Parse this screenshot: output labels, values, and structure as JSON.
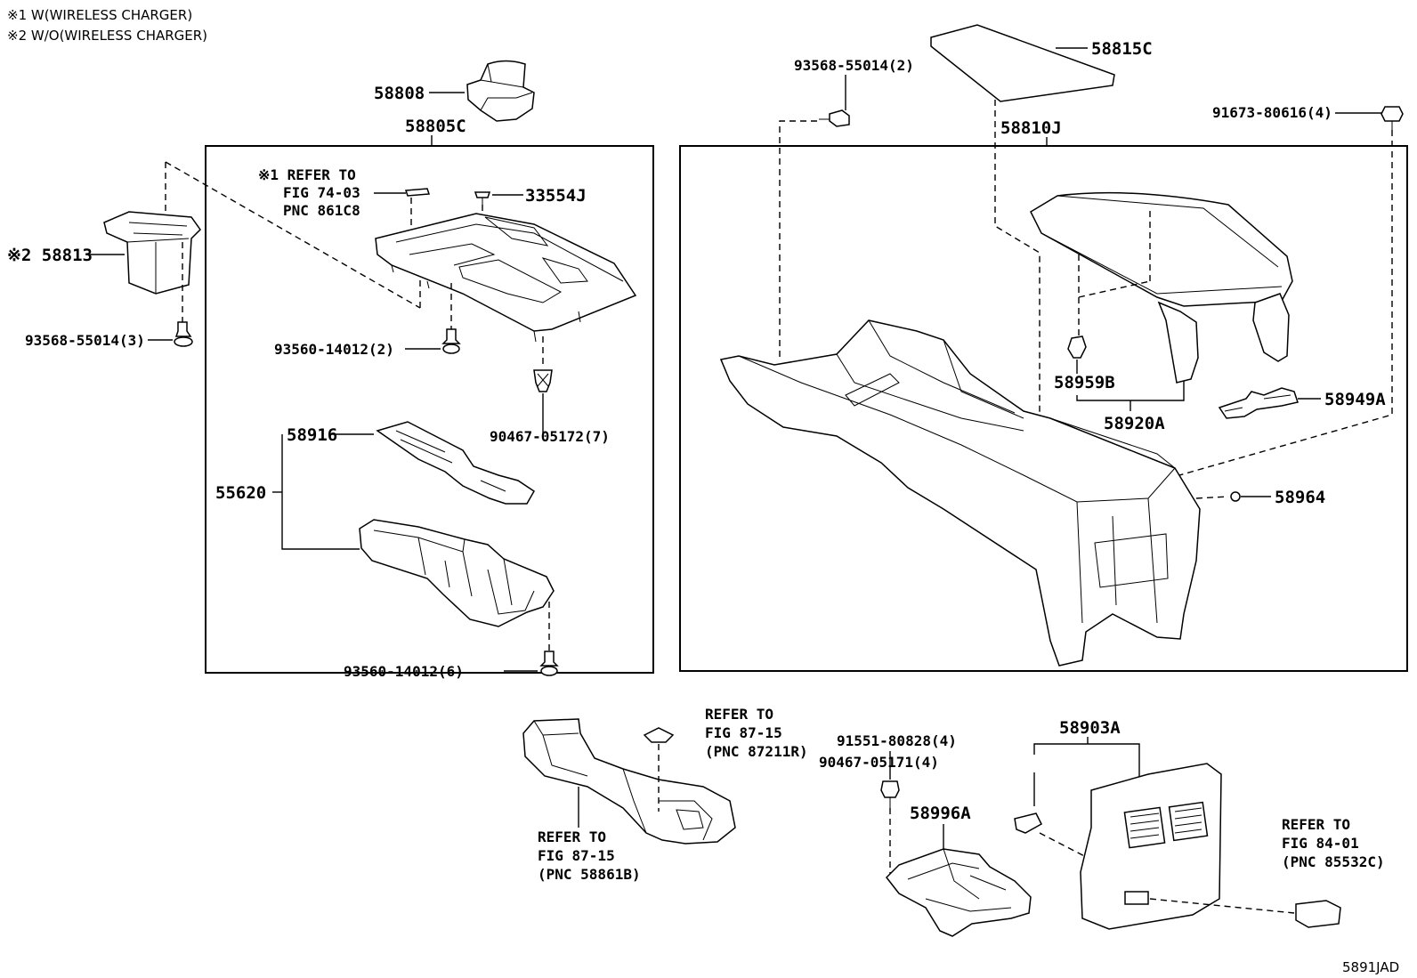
{
  "notes": [
    "※1 W(WIRELESS CHARGER)",
    "※2 W/O(WIRELESS CHARGER)"
  ],
  "labels": {
    "p58808": "58808",
    "p58805C": "58805C",
    "p58813": "※2 58813",
    "p93568_3": "93568-55014(3)",
    "refer1_a": "※1 REFER TO",
    "refer1_b": "FIG 74-03",
    "refer1_c": "PNC 861C8",
    "p33554J": "33554J",
    "p93560_2": "93560-14012(2)",
    "p90467_7": "90467-05172(7)",
    "p58916": "58916",
    "p55620": "55620",
    "p93560_6": "93560-14012(6)",
    "p93568_2": "93568-55014(2)",
    "p58815C": "58815C",
    "p58810J": "58810J",
    "p91673": "91673-80616(4)",
    "p58959B": "58959B",
    "p58920A": "58920A",
    "p58949A": "58949A",
    "p58964": "58964",
    "refer2_a": "REFER TO",
    "refer2_b": "FIG 87-15",
    "refer2_c": "(PNC 87211R)",
    "refer3_a": "REFER TO",
    "refer3_b": "FIG 87-15",
    "refer3_c": "(PNC 58861B)",
    "p91551": "91551-80828(4)",
    "p58903A": "58903A",
    "p90467_4": "90467-05171(4)",
    "p58996A": "58996A",
    "refer4_a": "REFER TO",
    "refer4_b": "FIG 84-01",
    "refer4_c": "(PNC 85532C)",
    "diagram_id": "5891JAD"
  }
}
